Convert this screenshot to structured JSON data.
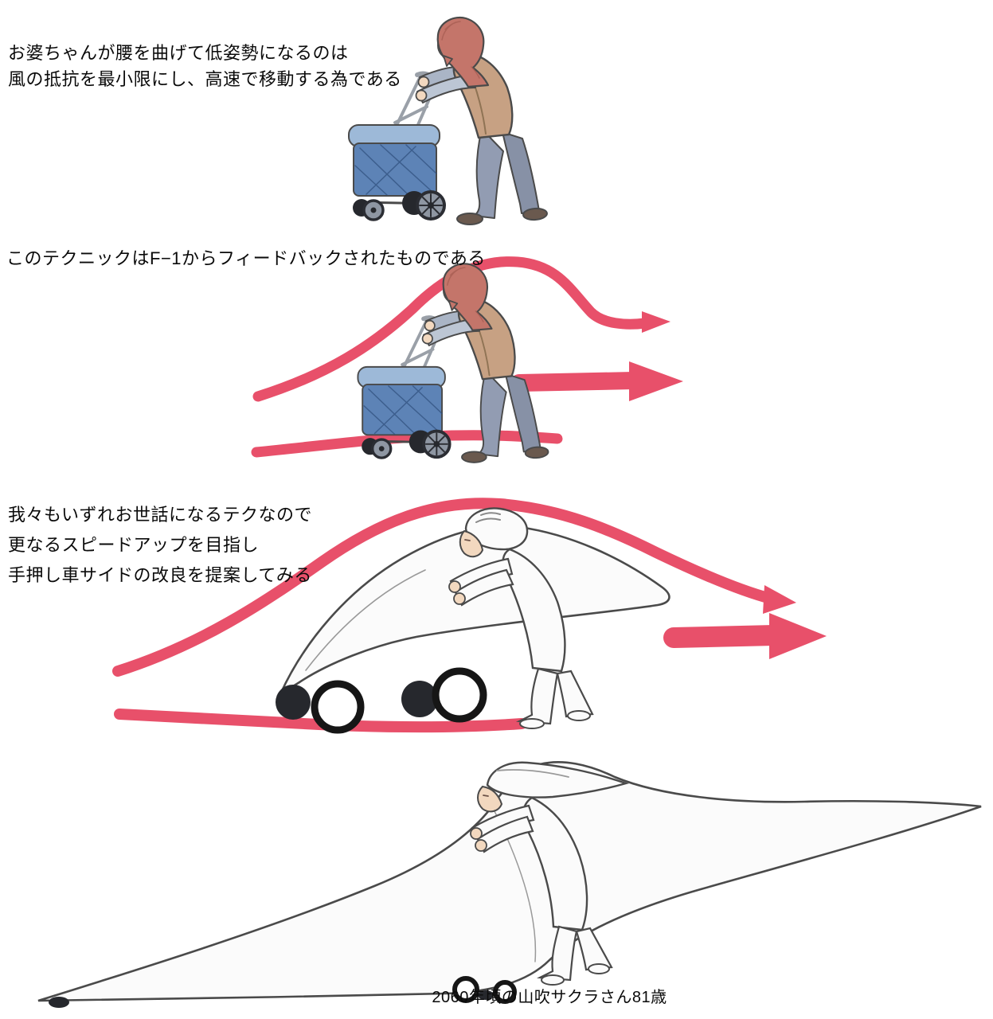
{
  "page": {
    "background": "#ffffff"
  },
  "colors": {
    "flow_red": "#e8506a",
    "cart_blue": "#5d83b6",
    "cart_blue_light": "#9db9d8",
    "cart_blue_dark": "#2f4e7c",
    "scarf": "#c4756a",
    "vest": "#c7a183",
    "sleeve": "#aab5c6",
    "pants": "#929cb2",
    "skin": "#f2d8bf",
    "outline": "#4a4a4a",
    "metal": "#9aa0a8",
    "wheel": "#26282d",
    "suit": "#fbfbfb"
  },
  "captions": {
    "panel1": [
      "お婆ちゃんが腰を曲げて低姿勢になるのは",
      "風の抵抗を最小限にし、高速で移動する為である"
    ],
    "panel2": [
      "このテクニックはF−1からフィードバックされたものである"
    ],
    "panel3": [
      "我々もいずれお世話になるテクなので",
      "更なるスピードアップを目指し",
      "手押し車サイドの改良を提案してみる"
    ],
    "panel4": [
      "2060年頃の山吹サクラさん81歳"
    ]
  },
  "illustrations": {
    "panel1": "grandma-pushing-rollator",
    "panel2": "grandma-with-airflow-streamlines",
    "panel3": "aero-faired-rollator-prototype-with-airflow",
    "panel4": "fully-streamlined-rollator-of-2060"
  }
}
